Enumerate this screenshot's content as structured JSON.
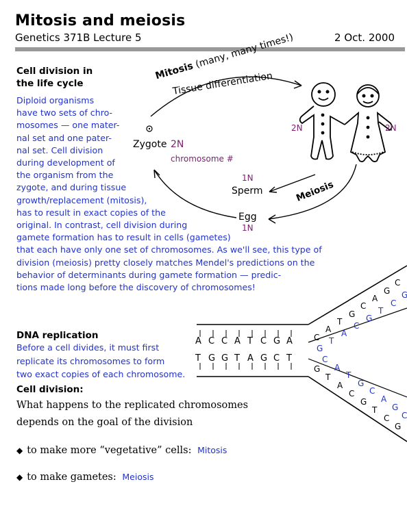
{
  "header": {
    "title": "Mitosis and meiosis",
    "subtitle": "Genetics 371B Lecture 5",
    "date": "2 Oct. 2000"
  },
  "cell_division_life_cycle": {
    "heading_lines": [
      "Cell division in",
      "the life cycle"
    ],
    "body_lines": [
      "Diploid organisms",
      "have two sets of chro-",
      "mosomes — one mater-",
      "nal set and one pater-",
      "nal set.  Cell division",
      "during development of",
      "the organism from the",
      "zygote, and during tissue",
      "growth/replacement (mitosis),",
      "has to result in exact copies of the",
      "original.  In contrast, cell division during",
      "gamete formation has to result in cells (gametes)",
      "that each have only one set of chromosomes.  As we'll see, this type of",
      "division (meiosis) pretty closely matches Mendel's predictions on the",
      "behavior of determinants during gamete formation — predic-",
      "tions made long before the discovery of chromosomes!"
    ]
  },
  "cycle_diagram": {
    "mitosis_label": "Mitosis",
    "mitosis_note": "(many, many times!)",
    "tissue_label": "Tissue differentiation",
    "zygote": "Zygote",
    "zygote_ploidy": "2N",
    "chromosome_note": "chromosome #",
    "left_figure_ploidy": "2N",
    "right_figure_ploidy": "2N",
    "sperm": "Sperm",
    "sperm_ploidy": "1N",
    "egg": "Egg",
    "egg_ploidy": "1N",
    "meiosis_label": "Meiosis"
  },
  "dna_replication": {
    "heading": "DNA replication",
    "body_lines": [
      "Before a cell divides, it must first",
      "replicate its chromosomes to form",
      "two exact copies of each chromosome."
    ],
    "top_strand": [
      "A",
      "C",
      "C",
      "A",
      "T",
      "C",
      "G",
      "A"
    ],
    "bottom_strand": [
      "T",
      "G",
      "G",
      "T",
      "A",
      "G",
      "C",
      "T"
    ],
    "fork_top_black": [
      "C",
      "A",
      "T",
      "G",
      "C",
      "A",
      "G",
      "C"
    ],
    "fork_top_blue": [
      "G",
      "T",
      "A",
      "C",
      "G",
      "T",
      "C",
      "G"
    ],
    "fork_bottom_black": [
      "G",
      "T",
      "A",
      "C",
      "G",
      "T",
      "C",
      "G"
    ],
    "fork_bottom_blue": [
      "C",
      "A",
      "T",
      "G",
      "C",
      "A",
      "G",
      "C"
    ]
  },
  "cell_division": {
    "heading": "Cell division:",
    "question_lines": [
      "What happens to the replicated chromosomes",
      "depends on the goal of the division"
    ],
    "bullets": [
      {
        "text": "to make more “vegetative” cells:",
        "answer": "Mitosis"
      },
      {
        "text": "to make gametes:",
        "answer": "Meiosis"
      }
    ]
  }
}
